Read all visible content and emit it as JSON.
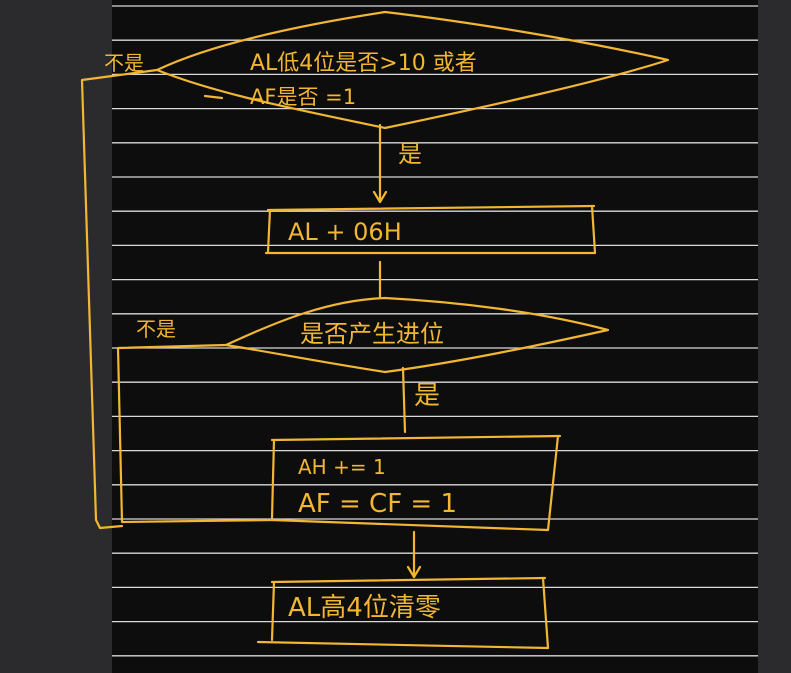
{
  "colors": {
    "page_bg": "#2b2b2e",
    "paper_bg": "#0d0d0d",
    "ruled_line": "#d9d9d9",
    "ink": "#f2b632"
  },
  "flowchart": {
    "decision_1": {
      "line1": "AL低4位是否>10 或者",
      "line2": "AF是否 =1",
      "no_label": "不是",
      "yes_label": "是"
    },
    "process_1": {
      "text": "AL + 06H"
    },
    "decision_2": {
      "text": "是否产生进位",
      "no_label": "不是",
      "yes_label": "是"
    },
    "process_2": {
      "line1": "AH += 1",
      "line2": "AF = CF = 1"
    },
    "process_3": {
      "text": "AL高4位清零"
    }
  }
}
